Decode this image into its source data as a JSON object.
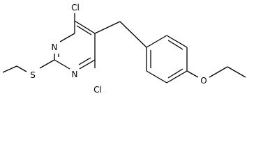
{
  "molecule": {
    "atoms": {
      "cl_top": "Cl",
      "cl_bottom": "Cl",
      "n_upper": "N",
      "n_lower": "N",
      "s_thio": "S",
      "o_ether": "O"
    }
  }
}
